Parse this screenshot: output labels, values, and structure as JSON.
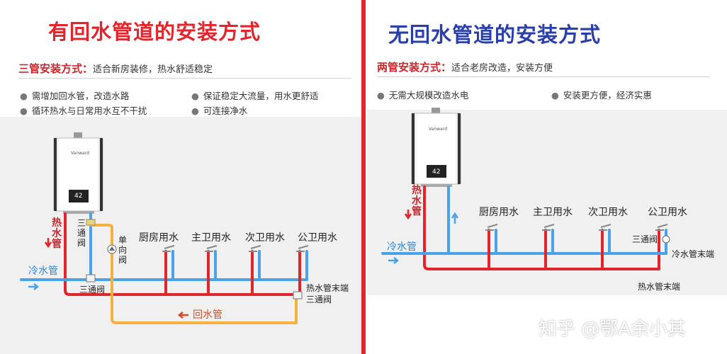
{
  "left": {
    "title": "有回水管道的安装方式",
    "subtitle_lead": "三管安装方式：",
    "subtitle_text": "适合新房装修，热水舒适稳定",
    "bullets": [
      "需增加回水管，改造水路",
      "保证稳定大流量，用水更舒适",
      "循环热水与日常用水互不干扰",
      "可连接净水"
    ],
    "heater_brand": "Vanward",
    "display": "42",
    "labels": {
      "hot_pipe": "热水管",
      "three_way_valve_top": "三通阀",
      "check_valve": "单向阀",
      "kitchen": "厨房用水",
      "master_bath": "主卫用水",
      "second_bath": "次卫用水",
      "public_bath": "公卫用水",
      "cold_pipe": "冷水管",
      "three_way_valve_bottom": "三通阀",
      "hot_end": "热水管末端",
      "three_way_valve_end": "三通阀",
      "return_pipe": "回水管"
    }
  },
  "right": {
    "title": "无回水管道的安装方式",
    "subtitle_lead": "两管安装方式：",
    "subtitle_text": "适合老房改造，安装方便",
    "bullets": [
      "无需大规模改造水电",
      "安装更方便，经济实惠"
    ],
    "heater_brand": "Vanward",
    "display": "42",
    "labels": {
      "hot_pipe": "热水管",
      "kitchen": "厨房用水",
      "master_bath": "主卫用水",
      "second_bath": "次卫用水",
      "public_bath": "公卫用水",
      "cold_pipe": "冷水管",
      "three_way_valve": "三通阀",
      "cold_end": "冷水管末端",
      "hot_end": "热水管末端"
    }
  },
  "watermark": "知乎 @鄂A余小其",
  "colors": {
    "hot": "#e0262c",
    "cold": "#4aa3e8",
    "return": "#f5b13d",
    "title_red": "#e0262c",
    "title_blue": "#2a3fa8"
  }
}
